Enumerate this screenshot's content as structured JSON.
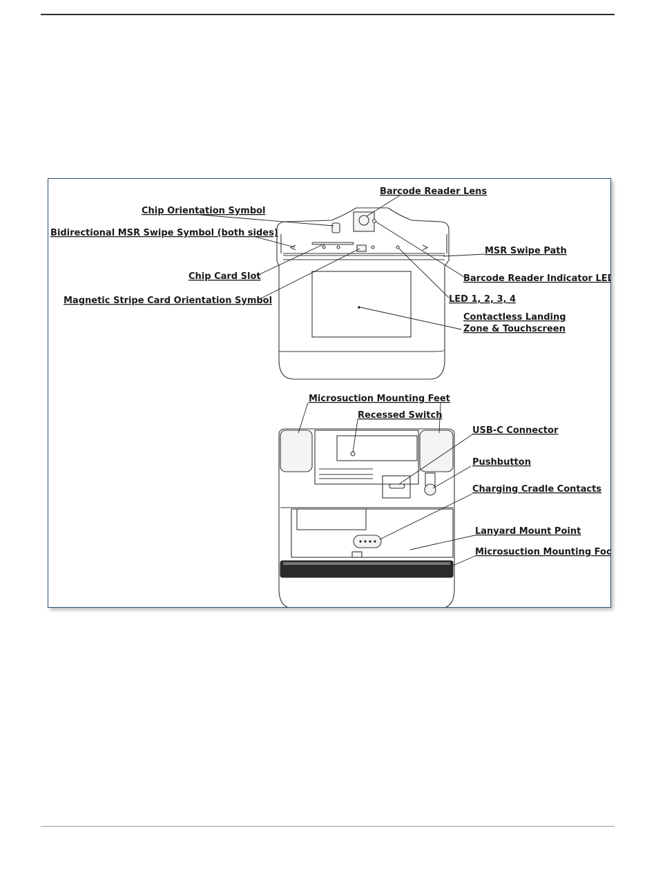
{
  "labels": {
    "barcode_reader_lens": "Barcode Reader Lens",
    "chip_orientation_symbol": "Chip Orientation Symbol",
    "bidirectional_msr_swipe_symbol": "Bidirectional MSR Swipe Symbol (both sides)",
    "msr_swipe_path": "MSR Swipe Path",
    "chip_card_slot": "Chip Card Slot",
    "barcode_reader_indicator_led": "Barcode Reader Indicator LED",
    "magnetic_stripe_card_orientation_symbol": "Magnetic Stripe Card Orientation Symbol",
    "led_1_2_3_4": "LED 1, 2, 3, 4",
    "contactless_landing_line1": "Contactless Landing",
    "contactless_landing_line2": "Zone & Touchscreen",
    "microsuction_mounting_feet": "Microsuction Mounting Feet",
    "recessed_switch": "Recessed Switch",
    "usb_c_connector": "USB-C Connector",
    "pushbutton": "Pushbutton",
    "charging_cradle_contacts": "Charging Cradle Contacts",
    "lanyard_mount_point": "Lanyard Mount Point",
    "microsuction_mounting_foot": "Microsuction Mounting Foot"
  },
  "colors": {
    "frame_border": "#2d4f78",
    "line": "#333333",
    "text": "#1a1a1a"
  }
}
